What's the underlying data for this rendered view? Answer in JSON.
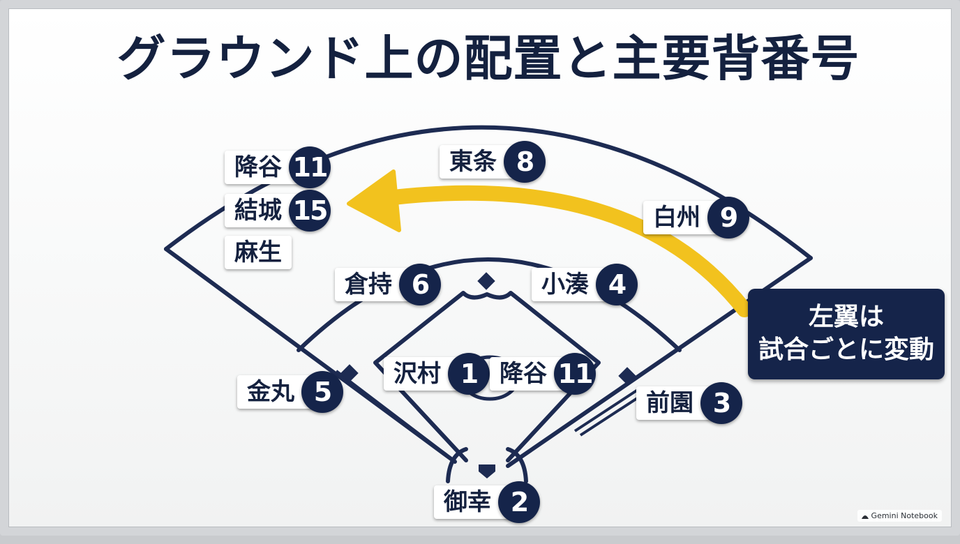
{
  "title": "グラウンド上の配置と主要背番号",
  "colors": {
    "navy": "#15244a",
    "line": "#1d2b52",
    "arrow": "#f2c21e",
    "tag_bg": "#ffffff"
  },
  "players": {
    "lf_1": {
      "name": "降谷",
      "number": "11"
    },
    "lf_2": {
      "name": "結城",
      "number": "15"
    },
    "lf_3": {
      "name": "麻生"
    },
    "cf": {
      "name": "東条",
      "number": "8"
    },
    "rf": {
      "name": "白州",
      "number": "9"
    },
    "ss": {
      "name": "倉持",
      "number": "6"
    },
    "second": {
      "name": "小湊",
      "number": "4"
    },
    "pitcher_1": {
      "name": "沢村",
      "number": "1"
    },
    "pitcher_2": {
      "name": "降谷",
      "number": "11"
    },
    "third": {
      "name": "金丸",
      "number": "5"
    },
    "first": {
      "name": "前園",
      "number": "3"
    },
    "catcher": {
      "name": "御幸",
      "number": "2"
    }
  },
  "callout": {
    "line1": "左翼は",
    "line2": "試合ごとに変動"
  },
  "badge": {
    "icon": "notebook-icon",
    "label": "Gemini Notebook"
  }
}
